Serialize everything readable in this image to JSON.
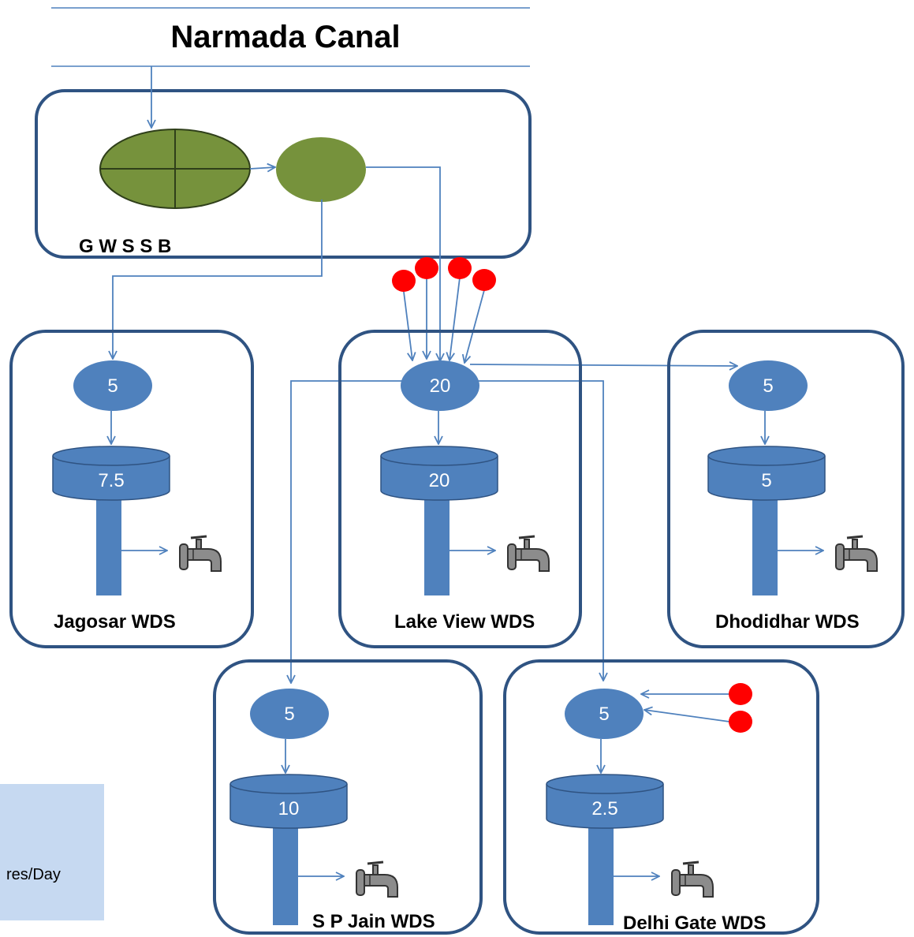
{
  "title": "Narmada Canal",
  "source_label": "G W S S B",
  "wds": [
    {
      "name": "Jagosar WDS",
      "sump": "5",
      "tank": "7.5"
    },
    {
      "name": "Lake View WDS",
      "sump": "20",
      "tank": "20"
    },
    {
      "name": "Dhodidhar WDS",
      "sump": "5",
      "tank": "5"
    },
    {
      "name": "S P Jain WDS",
      "sump": "5",
      "tank": "10"
    },
    {
      "name": "Delhi Gate WDS",
      "sump": "5",
      "tank": "2.5"
    }
  ],
  "legend": {
    "text": "res/Day"
  },
  "colors": {
    "frame": "#2f5382",
    "pipe": "#4f81bd",
    "node": "#4f81bd",
    "treatment": "#76923c",
    "well": "#ff0000",
    "legend_bg": "#c6d9f1"
  },
  "icons": {
    "outlet": "tap-icon",
    "well": "red-dot-icon"
  }
}
